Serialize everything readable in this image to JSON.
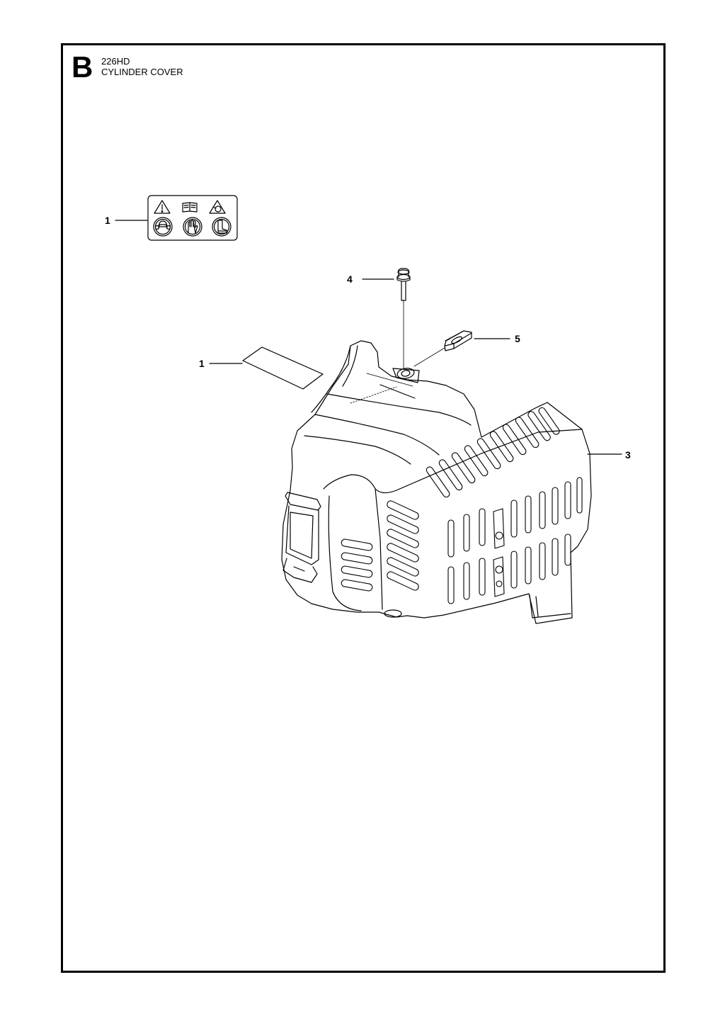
{
  "header": {
    "section_letter": "B",
    "model": "226HD",
    "title": "CYLINDER COVER"
  },
  "callouts": [
    {
      "id": "decal-sheet",
      "label": "1"
    },
    {
      "id": "decal-label",
      "label": "1"
    },
    {
      "id": "screw",
      "label": "4"
    },
    {
      "id": "grommet",
      "label": "5"
    },
    {
      "id": "cylinder-cover",
      "label": "3"
    }
  ]
}
